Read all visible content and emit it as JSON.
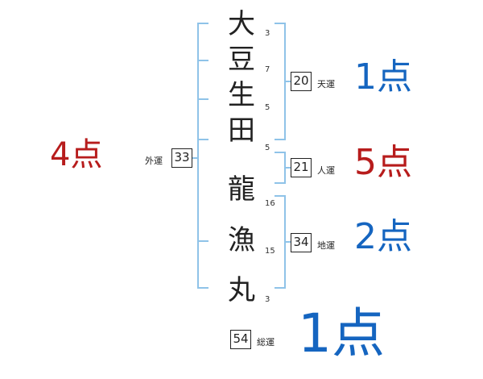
{
  "name": {
    "chars": [
      {
        "char": "大",
        "strokes": "3"
      },
      {
        "char": "豆",
        "strokes": "7"
      },
      {
        "char": "生",
        "strokes": "5"
      },
      {
        "char": "田",
        "strokes": "5"
      },
      {
        "char": "龍",
        "strokes": "16"
      },
      {
        "char": "漁",
        "strokes": "15"
      },
      {
        "char": "丸",
        "strokes": "3"
      }
    ]
  },
  "fortunes": {
    "tenkaku": {
      "value": "20",
      "label": "天運",
      "score": "1点"
    },
    "jinkaku": {
      "value": "21",
      "label": "人運",
      "score": "5点"
    },
    "chikaku": {
      "value": "34",
      "label": "地運",
      "score": "2点"
    },
    "gaikaku": {
      "value": "33",
      "label": "外運",
      "score": "4点"
    },
    "soukaku": {
      "value": "54",
      "label": "総運",
      "score": "1点"
    }
  },
  "colors": {
    "bracket": "#8fc3e8",
    "good": "#b71c1c",
    "bad": "#1565c0"
  }
}
